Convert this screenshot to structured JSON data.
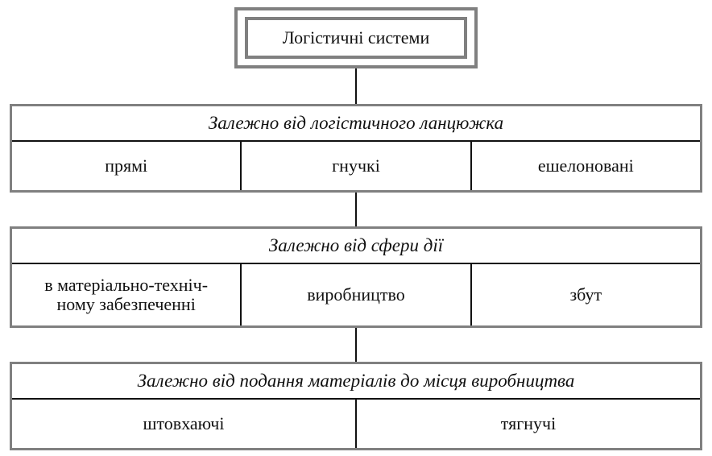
{
  "title": "Логістичні системи",
  "groups": [
    {
      "header": "Залежно від логістичного ланцюжка",
      "items": [
        "прямі",
        "гнучкі",
        "ешелоновані"
      ]
    },
    {
      "header": "Залежно від сфери дії",
      "items": [
        "в матеріально-техніч-\nному забезпеченні",
        "виробництво",
        "збут"
      ]
    },
    {
      "header": "Залежно від подання матеріалів до місця виробництва",
      "items": [
        "штовхаючі",
        "тягнучі"
      ]
    }
  ]
}
